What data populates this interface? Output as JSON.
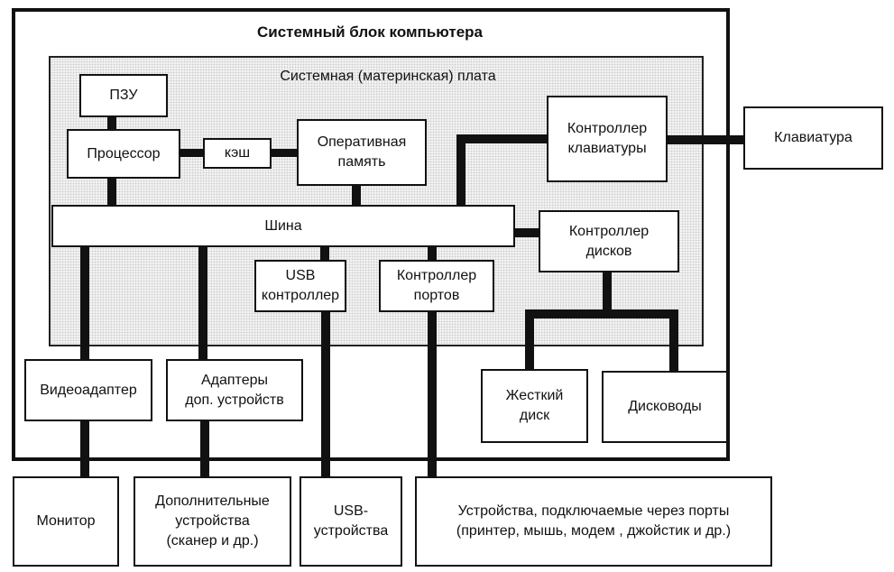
{
  "diagram": {
    "system_unit_title": "Системный блок компьютера",
    "motherboard_title": "Системная (материнская) плата",
    "nodes": {
      "rom": [
        "ПЗУ"
      ],
      "cpu": [
        "Процессор"
      ],
      "cache": [
        "кэш"
      ],
      "ram": [
        "Оперативная",
        "память"
      ],
      "keyboard_controller": [
        "Контроллер",
        "клавиатуры"
      ],
      "keyboard": [
        "Клавиатура"
      ],
      "bus": [
        "Шина"
      ],
      "disk_controller": [
        "Контроллер",
        "дисков"
      ],
      "usb_controller": [
        "USB",
        "контроллер"
      ],
      "port_controller": [
        "Контроллер",
        "портов"
      ],
      "video_adapter": [
        "Видеоадаптер"
      ],
      "extra_adapters": [
        "Адаптеры",
        "доп. устройств"
      ],
      "hard_disk": [
        "Жесткий",
        "диск"
      ],
      "drives": [
        "Дисководы"
      ],
      "monitor": [
        "Монитор"
      ],
      "extra_devices": [
        "Дополнительные",
        "устройства",
        "(сканер и др.)"
      ],
      "usb_devices": [
        "USB-",
        "устройства"
      ],
      "port_devices": [
        "Устройства, подключаемые через порты",
        "(принтер, мышь, модем , джойстик и др.)"
      ]
    },
    "edges": [
      [
        "rom",
        "cpu"
      ],
      [
        "cpu",
        "cache"
      ],
      [
        "cache",
        "ram"
      ],
      [
        "cpu",
        "bus"
      ],
      [
        "ram",
        "bus"
      ],
      [
        "keyboard_controller",
        "bus"
      ],
      [
        "keyboard_controller",
        "keyboard"
      ],
      [
        "bus",
        "disk_controller"
      ],
      [
        "bus",
        "usb_controller"
      ],
      [
        "bus",
        "port_controller"
      ],
      [
        "bus",
        "video_adapter"
      ],
      [
        "bus",
        "extra_adapters"
      ],
      [
        "disk_controller",
        "hard_disk"
      ],
      [
        "disk_controller",
        "drives"
      ],
      [
        "video_adapter",
        "monitor"
      ],
      [
        "extra_adapters",
        "extra_devices"
      ],
      [
        "usb_controller",
        "usb_devices"
      ],
      [
        "port_controller",
        "port_devices"
      ]
    ]
  }
}
